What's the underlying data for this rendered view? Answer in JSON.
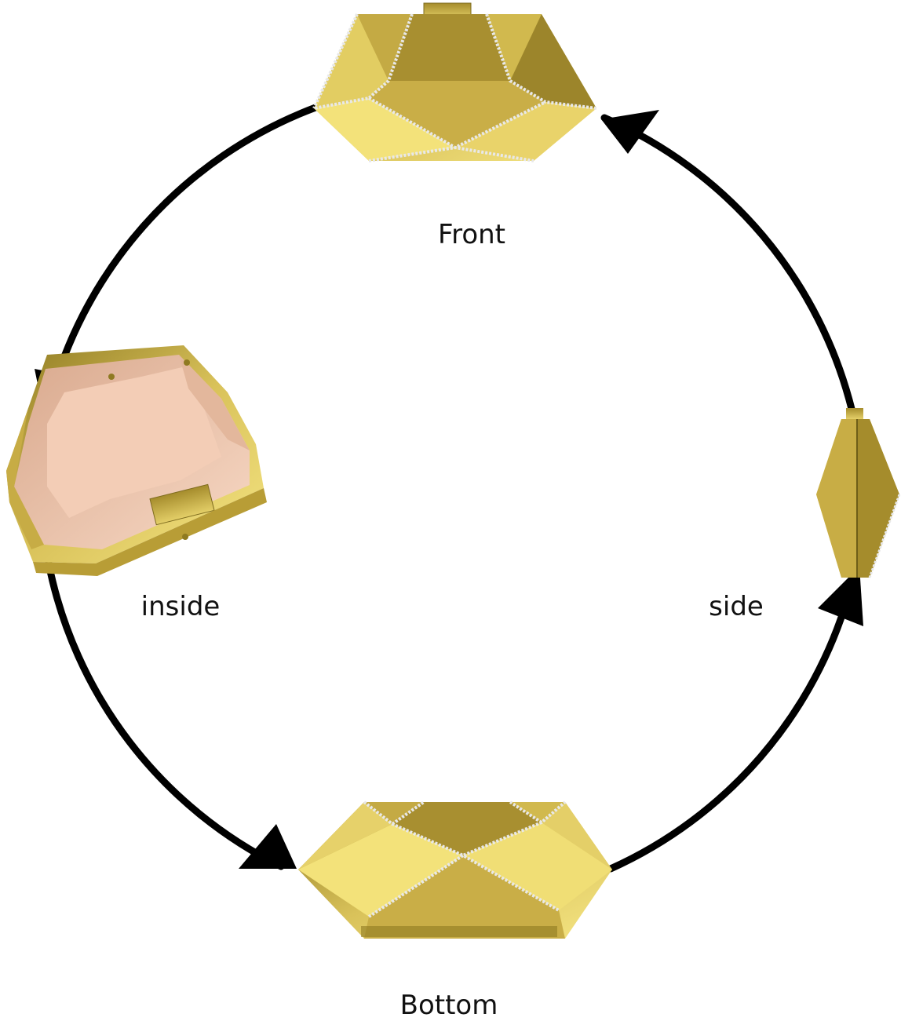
{
  "labels": {
    "front": "Front",
    "side": "side",
    "inside": "inside",
    "bottom": "Bottom"
  },
  "colors": {
    "background": "#ffffff",
    "arrow": "#000000",
    "gold_light": "#f3e27a",
    "gold_mid": "#cdb247",
    "gold_dark": "#8f7a22",
    "rhinestone": "#e8e8e8",
    "lining": "#f1c9b0"
  },
  "icons": [
    "clutch-front-view",
    "clutch-side-view",
    "clutch-inside-view",
    "clutch-bottom-view",
    "arrow-head-icon"
  ]
}
